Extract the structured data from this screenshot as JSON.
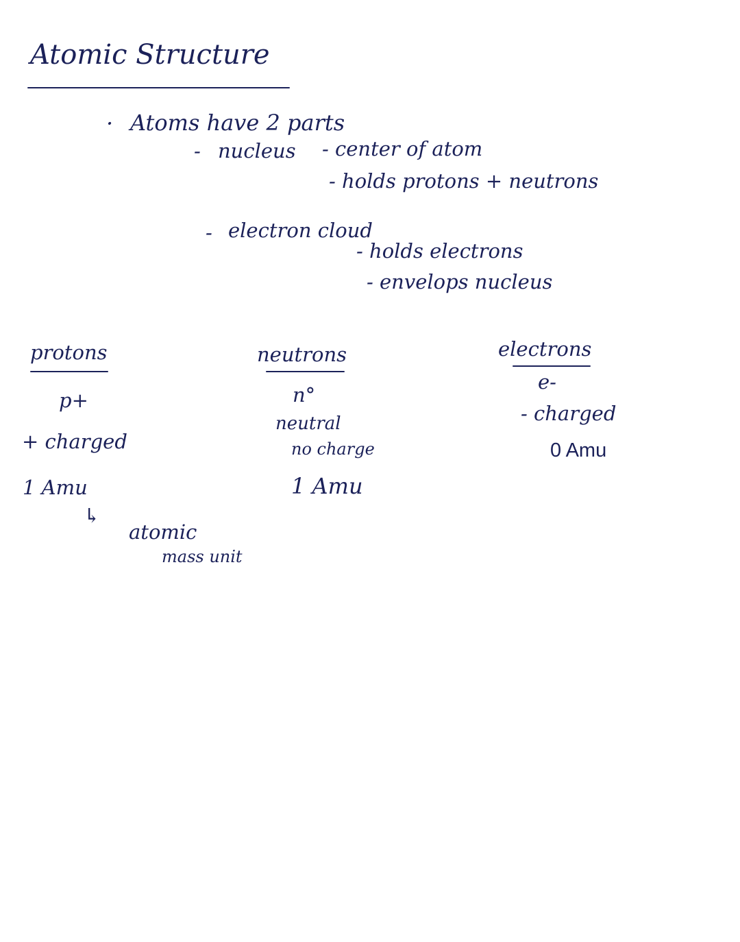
{
  "title": "Atomic Structure",
  "intro": {
    "bullet": "·",
    "line": "Atoms have 2 parts",
    "parts": [
      {
        "dash": "-",
        "name": "nucleus",
        "details": [
          "- center of atom",
          "- holds protons + neutrons"
        ]
      },
      {
        "dash": "-",
        "name": "electron cloud",
        "details": [
          "- holds electrons",
          "- envelops nucleus"
        ]
      }
    ]
  },
  "particles": [
    {
      "name": "protons",
      "symbol": "p+",
      "charge": "+ charged",
      "mass": "1 Amu",
      "arrow": "↳",
      "note": [
        "atomic",
        "mass unit"
      ]
    },
    {
      "name": "neutrons",
      "symbol": "n°",
      "charge": "neutral",
      "charge_note": "no charge",
      "mass": "1 Amu"
    },
    {
      "name": "electrons",
      "symbol": "e-",
      "charge": "- charged",
      "mass": "0 Amu"
    }
  ]
}
